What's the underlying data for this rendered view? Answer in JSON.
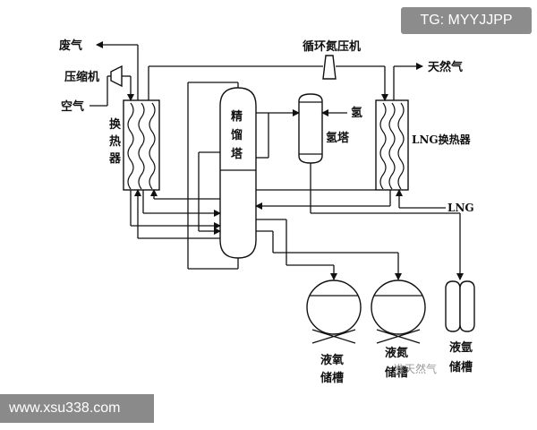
{
  "labels": {
    "waste_gas": "废气",
    "compressor": "压缩机",
    "air": "空气",
    "hx_main": [
      "换",
      "热",
      "器"
    ],
    "column": [
      "精",
      "馏",
      "塔"
    ],
    "recycle_compressor": "循环氮压机",
    "hydrogen": "氢",
    "deoxo_tower": "氢塔",
    "natural_gas": "天然气",
    "lng_hx": "LNG换热器",
    "lng": "LNG",
    "tank_liquid_oxygen": [
      "液氧",
      "储槽"
    ],
    "tank_liquid_nitrogen": [
      "液氮",
      "储槽"
    ],
    "tank_liquid_argon": [
      "液氩",
      "储槽"
    ]
  },
  "watermark_badge": "TG: MYYJJPP",
  "site_url": "www.xsu338.com",
  "faded_watermark": "准天然气"
}
